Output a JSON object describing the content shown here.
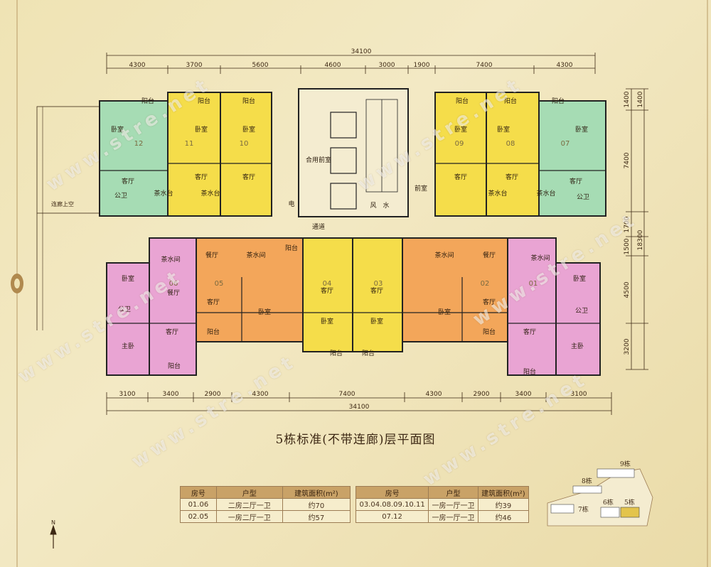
{
  "overall_dims": {
    "top": "34100",
    "bottom": "34100"
  },
  "top_dims": [
    "4300",
    "3700",
    "5600",
    "4600",
    "3000",
    "1900",
    "7400",
    "4300"
  ],
  "bottom_dims": [
    "3100",
    "3400",
    "2900",
    "4300",
    "7400",
    "4300",
    "2900",
    "3400",
    "3100"
  ],
  "right_dims": [
    "1400",
    "7400",
    "1700",
    "1500",
    "4500",
    "3200"
  ],
  "right_sub": [
    "1400",
    "18300"
  ],
  "units": {
    "u12": "12",
    "u11": "11",
    "u10": "10",
    "u09": "09",
    "u08": "08",
    "u07": "07",
    "u06": "06",
    "u05": "05",
    "u04": "04",
    "u03": "03",
    "u02": "02",
    "u01": "01"
  },
  "rooms": {
    "balcony": "阳台",
    "bedroom": "卧室",
    "living": "客厅",
    "bath": "公卫",
    "tea": "茶水台",
    "tea_room": "茶水间",
    "dining": "餐厅",
    "master": "主卧",
    "shared_lobby": "合用前室",
    "corridor": "通道",
    "elec": "电",
    "water": "水",
    "wind": "风",
    "front": "前室",
    "corridor_roof": "连廊上空"
  },
  "title": "5栋标准(不带连廊)层平面图",
  "table1": {
    "headers": [
      "房号",
      "户型",
      "建筑面积(m²)"
    ],
    "rows": [
      [
        "01.06",
        "二房二厅一卫",
        "约70"
      ],
      [
        "02.05",
        "一房二厅一卫",
        "约57"
      ]
    ]
  },
  "table2": {
    "headers": [
      "房号",
      "户型",
      "建筑面积(m²)"
    ],
    "rows": [
      [
        "03.04.08.09.10.11",
        "一房一厅一卫",
        "约39"
      ],
      [
        "07.12",
        "一房一厅一卫",
        "约46"
      ]
    ]
  },
  "keyplan": {
    "b9": "9栋",
    "b8": "8栋",
    "b7": "7栋",
    "b6": "6栋",
    "b5": "5栋"
  },
  "watermark": "www.stre.net",
  "colors": {
    "green": "#a6dcb4",
    "yellow": "#f5dd4a",
    "pink": "#e9a4d3",
    "orange": "#f3a65a",
    "wall": "#222222"
  }
}
